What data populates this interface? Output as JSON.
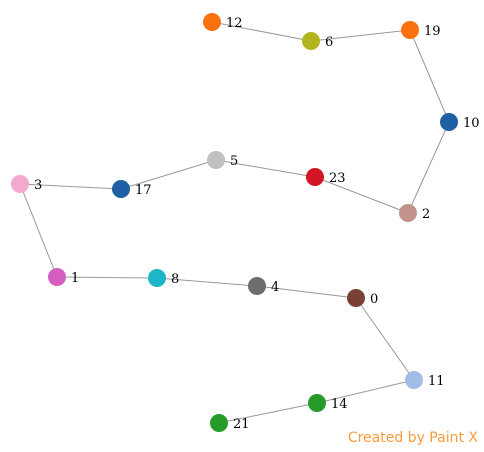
{
  "nodes": [
    {
      "id": "n0",
      "label": "0",
      "color": "#7a4038"
    },
    {
      "id": "n1",
      "label": "1",
      "color": "#d55ec1"
    },
    {
      "id": "n2",
      "label": "2",
      "color": "#c2938b"
    },
    {
      "id": "n3",
      "label": "3",
      "color": "#f5a8cf"
    },
    {
      "id": "n4",
      "label": "4",
      "color": "#6e6e6e"
    },
    {
      "id": "n5",
      "label": "5",
      "color": "#c0c0c0"
    },
    {
      "id": "n6",
      "label": "6",
      "color": "#b4b41f"
    },
    {
      "id": "n8",
      "label": "8",
      "color": "#1cb6c8"
    },
    {
      "id": "n10",
      "label": "10",
      "color": "#1f5fa3"
    },
    {
      "id": "n11",
      "label": "11",
      "color": "#a3bde6"
    },
    {
      "id": "n12",
      "label": "12",
      "color": "#fb710e"
    },
    {
      "id": "n14",
      "label": "14",
      "color": "#279b2a"
    },
    {
      "id": "n17",
      "label": "17",
      "color": "#1f5fa3"
    },
    {
      "id": "n19",
      "label": "19",
      "color": "#fb710e"
    },
    {
      "id": "n21",
      "label": "21",
      "color": "#279b2a"
    },
    {
      "id": "n23",
      "label": "23",
      "color": "#d31525"
    }
  ],
  "edges": [
    [
      "n12",
      "n6"
    ],
    [
      "n6",
      "n19"
    ],
    [
      "n19",
      "n10"
    ],
    [
      "n10",
      "n2"
    ],
    [
      "n2",
      "n23"
    ],
    [
      "n23",
      "n5"
    ],
    [
      "n5",
      "n17"
    ],
    [
      "n17",
      "n3"
    ],
    [
      "n3",
      "n1"
    ],
    [
      "n1",
      "n8"
    ],
    [
      "n8",
      "n4"
    ],
    [
      "n4",
      "n0"
    ],
    [
      "n0",
      "n11"
    ],
    [
      "n11",
      "n14"
    ],
    [
      "n14",
      "n21"
    ]
  ],
  "watermark": "Created by Paint X"
}
